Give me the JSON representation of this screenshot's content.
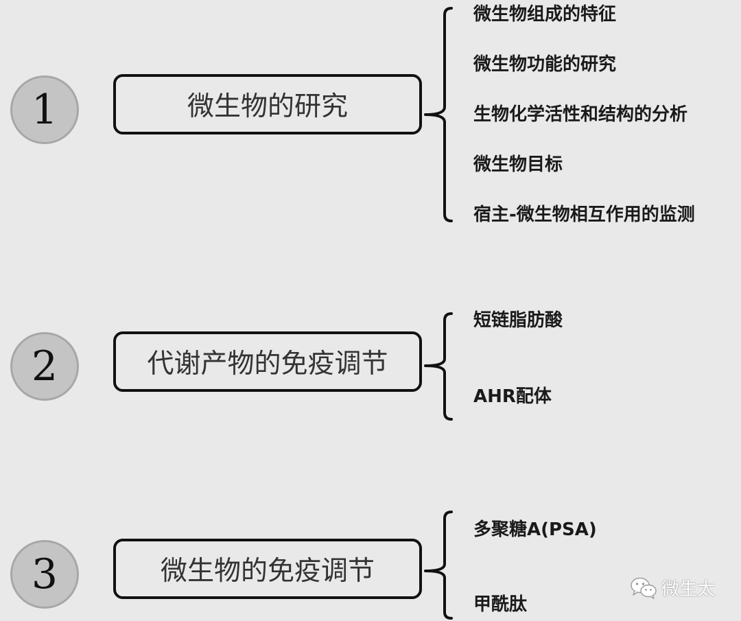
{
  "sections": [
    {
      "number": "1",
      "topic": "微生物的研究",
      "items": [
        "微生物组成的特征",
        "微生物功能的研究",
        "生物化学活性和结构的分析",
        "微生物目标",
        "宿主-微生物相互作用的监测"
      ]
    },
    {
      "number": "2",
      "topic": "代谢产物的免疫调节",
      "items": [
        "短链脂肪酸",
        "AHR配体"
      ]
    },
    {
      "number": "3",
      "topic": "微生物的免疫调节",
      "items": [
        "多聚糖A(PSA)",
        "甲酰肽"
      ]
    }
  ],
  "watermark": {
    "icon": "wechat-icon",
    "text": "微生太"
  },
  "colors": {
    "background": "#e9e9e9",
    "circle_fill": "#c4c4c4",
    "stroke": "#111111"
  }
}
